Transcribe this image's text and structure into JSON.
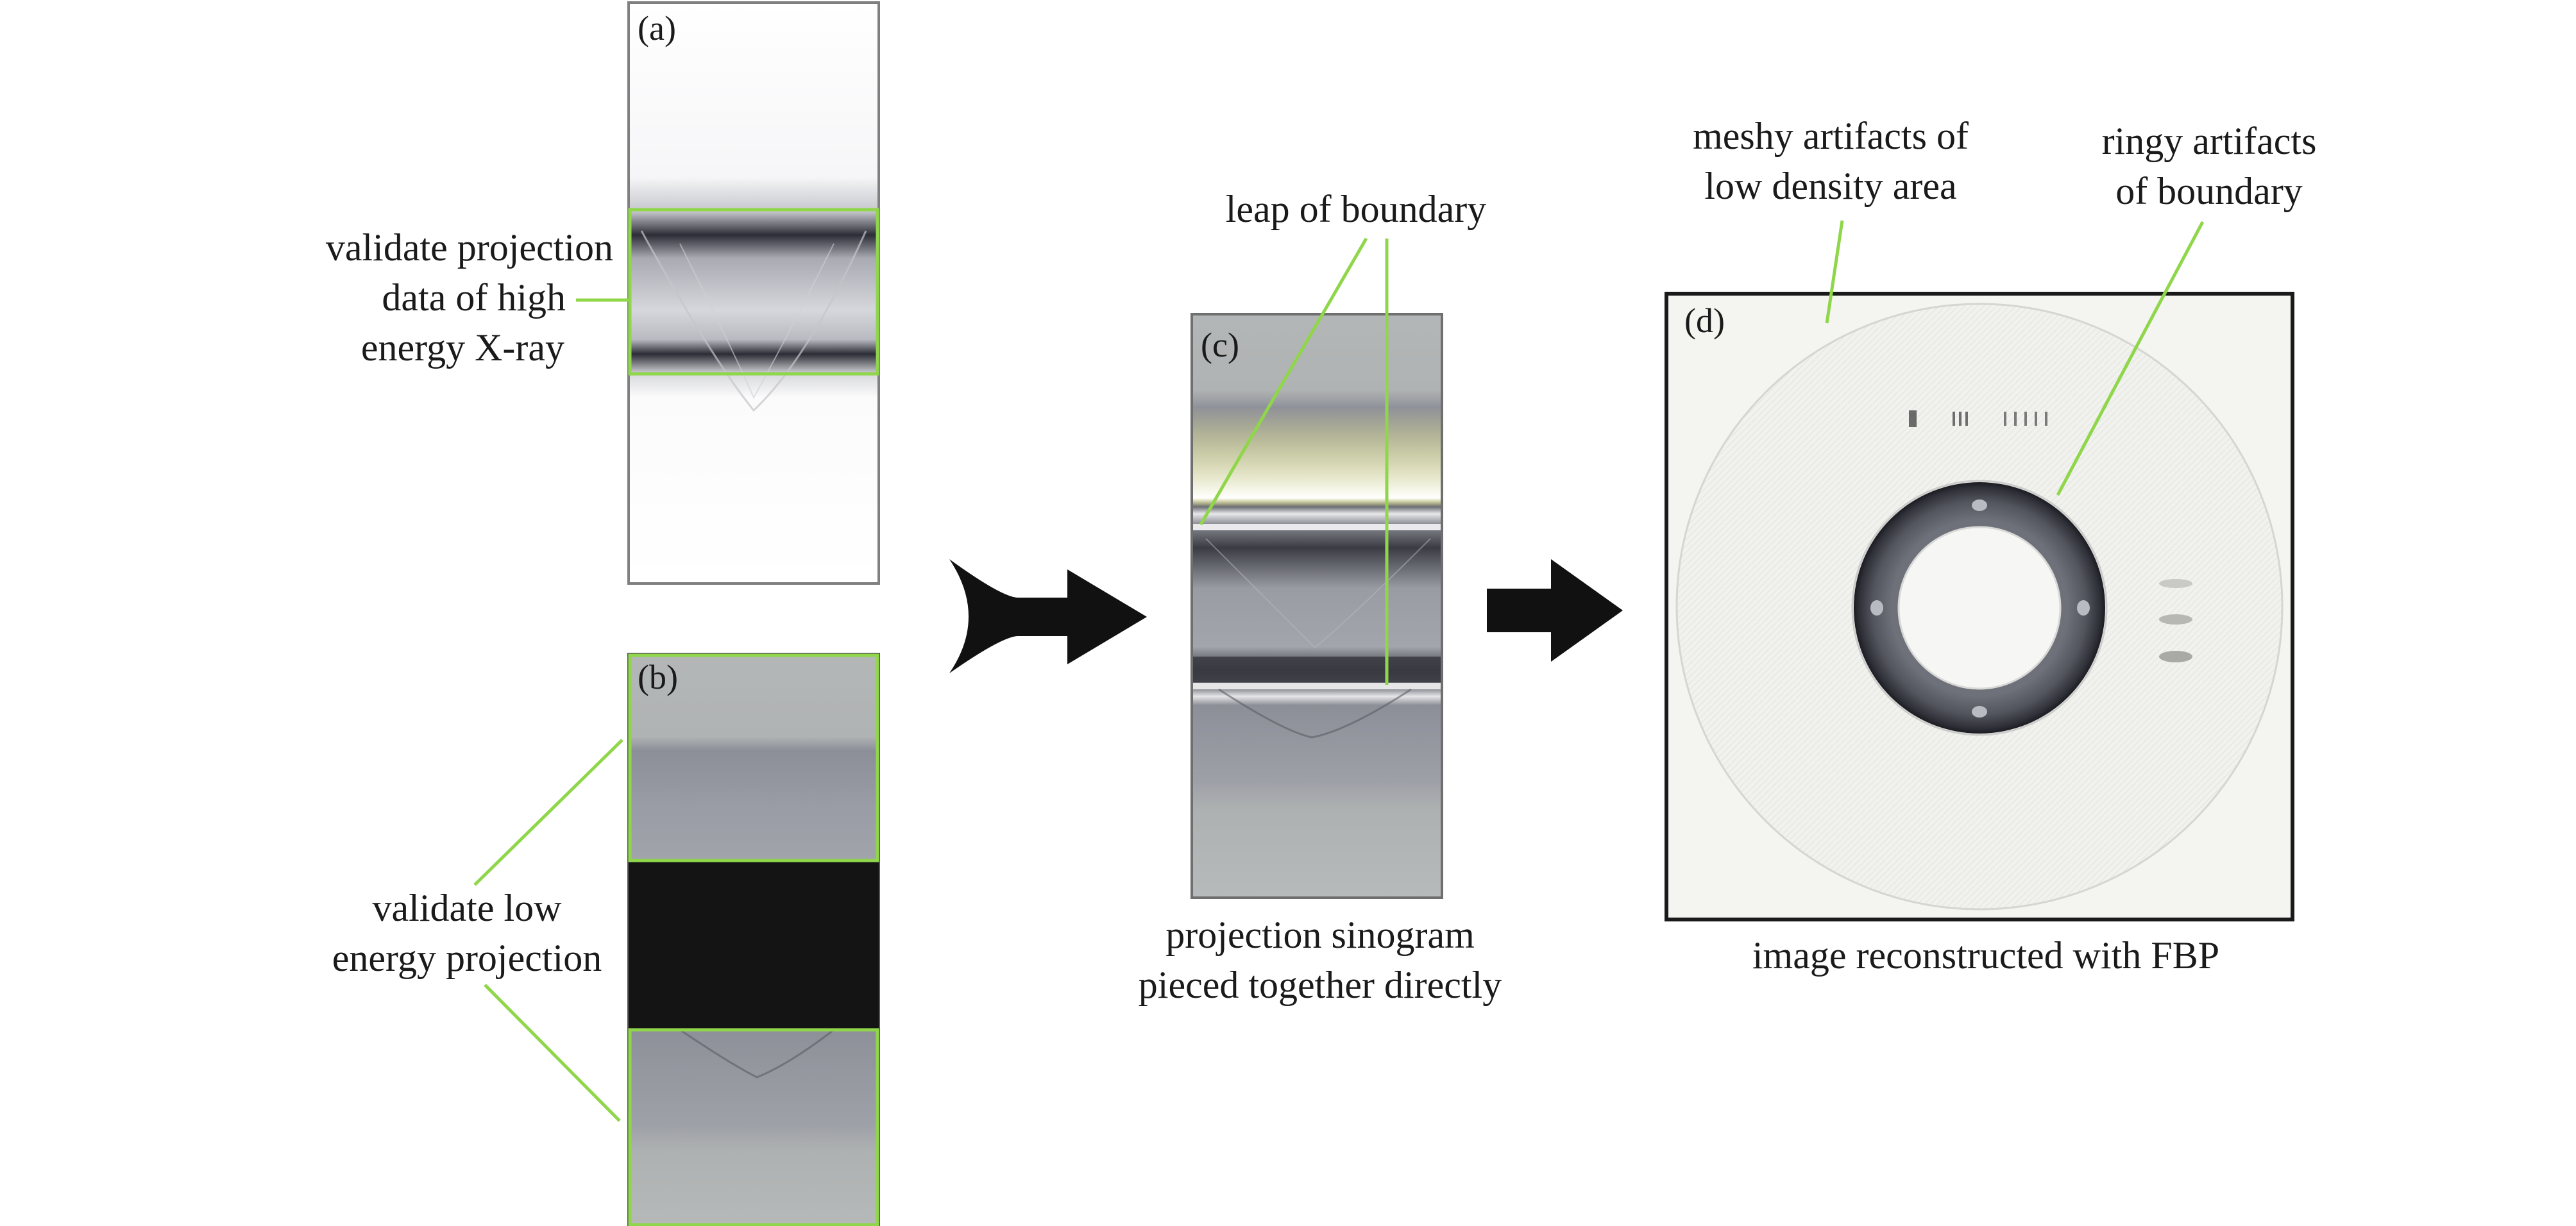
{
  "panels": {
    "a": {
      "letter": "(a)"
    },
    "b": {
      "letter": "(b)"
    },
    "c": {
      "letter": "(c)"
    },
    "d": {
      "letter": "(d)"
    }
  },
  "annotations": {
    "high_energy": [
      "validate projection",
      "data of high",
      "energy X-ray"
    ],
    "low_energy": [
      "validate low",
      "energy projection"
    ],
    "leap": [
      "leap of boundary"
    ],
    "sinogram_caption": [
      "projection sinogram",
      "pieced together directly"
    ],
    "meshy": [
      "meshy artifacts of",
      "low density area"
    ],
    "ringy": [
      "ringy artifacts",
      "of boundary"
    ],
    "fbp_caption": [
      "image reconstructed with FBP"
    ]
  },
  "colors": {
    "highlight": "#8fd64a",
    "arrow": "#111111",
    "dark_band": "#141414",
    "ring": "#3c3d45"
  },
  "icons": [
    "arrow-right-icon",
    "arrow-right-icon"
  ]
}
